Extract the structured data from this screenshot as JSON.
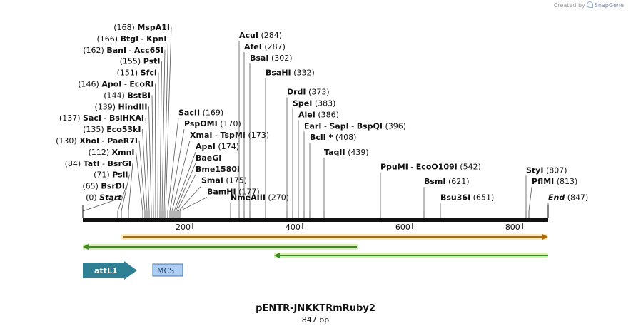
{
  "credit": {
    "prefix": "Created by",
    "brand": "SnapGene"
  },
  "plasmid": {
    "name": "pENTR-JNKKTRmRuby2",
    "length_label": "847 bp"
  },
  "sites": [
    {
      "pos": "(168)",
      "names": [
        "MspA1I"
      ],
      "tick": 232,
      "row": 0,
      "side": "left"
    },
    {
      "pos": "(166)",
      "names": [
        "BtgI",
        "KpnI"
      ],
      "tick": 230,
      "row": 1,
      "side": "left"
    },
    {
      "pos": "(162)",
      "names": [
        "BanI",
        "Acc65I"
      ],
      "tick": 227,
      "row": 2,
      "side": "left"
    },
    {
      "pos": "(155)",
      "names": [
        "PstI"
      ],
      "tick": 224,
      "row": 3,
      "side": "left"
    },
    {
      "pos": "(151)",
      "names": [
        "SfcI"
      ],
      "tick": 221,
      "row": 4,
      "side": "left"
    },
    {
      "pos": "(146)",
      "names": [
        "ApoI",
        "EcoRI"
      ],
      "tick": 218,
      "row": 5,
      "side": "left"
    },
    {
      "pos": "(144)",
      "names": [
        "BstBI"
      ],
      "tick": 215,
      "row": 6,
      "side": "left"
    },
    {
      "pos": "(139)",
      "names": [
        "HindIII"
      ],
      "tick": 212,
      "row": 7,
      "side": "left"
    },
    {
      "pos": "(137)",
      "names": [
        "SacI",
        "BsiHKAI"
      ],
      "tick": 209,
      "row": 8,
      "side": "left"
    },
    {
      "pos": "(135)",
      "names": [
        "Eco53kI"
      ],
      "tick": 206,
      "row": 9,
      "side": "left"
    },
    {
      "pos": "(130)",
      "names": [
        "XhoI",
        "PaeR7I"
      ],
      "tick": 203,
      "row": 10,
      "side": "left"
    },
    {
      "pos": "(112)",
      "names": [
        "XmnI"
      ],
      "tick": 200,
      "row": 11,
      "side": "left"
    },
    {
      "pos": "(84)",
      "names": [
        "TatI",
        "BsrGI"
      ],
      "tick": 180,
      "row": 12,
      "side": "left"
    },
    {
      "pos": "(71)",
      "names": [
        "PsiI"
      ],
      "tick": 170,
      "row": 13,
      "side": "left"
    },
    {
      "pos": "(65)",
      "names": [
        "BsrDI"
      ],
      "tick": 165,
      "row": 14,
      "side": "left"
    },
    {
      "pos": "(0)",
      "names": [
        "Start"
      ],
      "tick": 116,
      "row": 15,
      "side": "left",
      "italic": true
    },
    {
      "pos": "(169)",
      "names": [
        "SacII"
      ],
      "tick": 235,
      "row": 7.5,
      "side": "right",
      "labelX": 250
    },
    {
      "pos": "(170)",
      "names": [
        "PspOMI"
      ],
      "tick": 238,
      "row": 8.5,
      "side": "right",
      "labelX": 258
    },
    {
      "pos": "(173)",
      "names": [
        "XmaI",
        "TspMI"
      ],
      "tick": 241,
      "row": 9.5,
      "side": "right",
      "labelX": 266
    },
    {
      "pos": "(174)",
      "names": [
        "ApaI"
      ],
      "tick": 244,
      "row": 10.5,
      "side": "right",
      "labelX": 274
    },
    {
      "pos": "",
      "names": [
        "BaeGI"
      ],
      "tick": 246,
      "row": 11.5,
      "side": "right",
      "labelX": 274
    },
    {
      "pos": "",
      "names": [
        "Bme1580I"
      ],
      "tick": 248,
      "row": 12.5,
      "side": "right",
      "labelX": 274
    },
    {
      "pos": "(175)",
      "names": [
        "SmaI"
      ],
      "tick": 250,
      "row": 13.5,
      "side": "right",
      "labelX": 282
    },
    {
      "pos": "(177)",
      "names": [
        "BamHI"
      ],
      "tick": 252,
      "row": 14.5,
      "side": "right",
      "labelX": 290
    },
    {
      "pos": "(284)",
      "names": [
        "AcuI"
      ],
      "tick": 335,
      "row": 0.7,
      "side": "right",
      "labelX": 335
    },
    {
      "pos": "(287)",
      "names": [
        "AfeI"
      ],
      "tick": 342,
      "row": 1.7,
      "side": "right",
      "labelX": 342
    },
    {
      "pos": "(302)",
      "names": [
        "BsaI"
      ],
      "tick": 350,
      "row": 2.7,
      "side": "right",
      "labelX": 350
    },
    {
      "pos": "(332)",
      "names": [
        "BsaHI"
      ],
      "tick": 372,
      "row": 4,
      "side": "right",
      "labelX": 372
    },
    {
      "pos": "(373)",
      "names": [
        "DrdI"
      ],
      "tick": 402,
      "row": 5.7,
      "side": "right",
      "labelX": 402
    },
    {
      "pos": "(383)",
      "names": [
        "SpeI"
      ],
      "tick": 410,
      "row": 6.7,
      "side": "right",
      "labelX": 410
    },
    {
      "pos": "(386)",
      "names": [
        "AleI"
      ],
      "tick": 418,
      "row": 7.7,
      "side": "right",
      "labelX": 418
    },
    {
      "pos": "(396)",
      "names": [
        "EarI",
        "SapI",
        "BspQI"
      ],
      "tick": 426,
      "row": 8.7,
      "side": "right",
      "labelX": 426
    },
    {
      "pos": "(408)",
      "names": [
        "BclI *"
      ],
      "tick": 434,
      "row": 9.7,
      "side": "right",
      "labelX": 434
    },
    {
      "pos": "(439)",
      "names": [
        "TaqII"
      ],
      "tick": 454,
      "row": 11,
      "side": "right",
      "labelX": 454
    },
    {
      "pos": "(542)",
      "names": [
        "PpuMI",
        "EcoO109I"
      ],
      "tick": 533,
      "row": 12.3,
      "side": "right",
      "labelX": 533
    },
    {
      "pos": "(621)",
      "names": [
        "BsmI"
      ],
      "tick": 594,
      "row": 13.6,
      "side": "right",
      "labelX": 594
    },
    {
      "pos": "(651)",
      "names": [
        "Bsu36I"
      ],
      "tick": 617,
      "row": 15,
      "side": "right",
      "labelX": 617
    },
    {
      "pos": "(807)",
      "names": [
        "StyI"
      ],
      "tick": 737,
      "row": 12.6,
      "side": "right",
      "labelX": 737
    },
    {
      "pos": "(813)",
      "names": [
        "PflMI"
      ],
      "tick": 741,
      "row": 13.6,
      "side": "right",
      "labelX": 745
    },
    {
      "pos": "(847)",
      "names": [
        "End"
      ],
      "tick": 768,
      "row": 15,
      "side": "right",
      "labelX": 768,
      "italic": true
    },
    {
      "pos": "(270)",
      "names": [
        "NmeAIII"
      ],
      "tick": 323,
      "row": 15,
      "side": "right",
      "labelX": 323
    }
  ],
  "axis": {
    "ticks": [
      {
        "label": "200",
        "bp": 200
      },
      {
        "label": "400",
        "bp": 400
      },
      {
        "label": "600",
        "bp": 600
      },
      {
        "label": "800",
        "bp": 800
      }
    ]
  },
  "features": [
    {
      "name": "attL1",
      "kind": "arrow",
      "color": "#2f7f95",
      "textColor": "#ffffff"
    },
    {
      "name": "MCS",
      "kind": "box",
      "color": "#aecdf3",
      "textColor": "#1c3a5e"
    }
  ],
  "colors": {
    "orange": "#f0a830",
    "orangeGlow": "#fde9c0",
    "green": "#4aa82a",
    "greenGlow": "#d8f0b8",
    "ruler": "#111111"
  }
}
